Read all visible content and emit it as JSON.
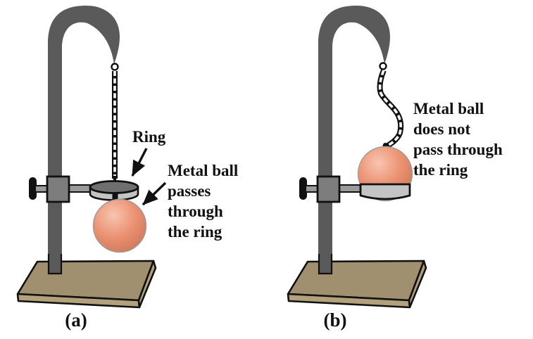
{
  "figure": {
    "panel_a": {
      "caption": "(a)",
      "ring_label": "Ring",
      "ball_label": "Metal ball\npasses\nthrough\nthe ring"
    },
    "panel_b": {
      "caption": "(b)",
      "ball_label": "Metal ball\ndoes not\npass through\nthe ring"
    },
    "colors": {
      "stand_gray": "#5a5a5a",
      "clamp_gray": "#7d7d7d",
      "rod_gray": "#9a9a9a",
      "ring_top_gray": "#6f6f6f",
      "ring_side_gray": "#c4c4c4",
      "ball_salmon": "#eb9273",
      "ball_highlight": "#f8c5b0",
      "ball_shade": "#d07a5c",
      "base_tan": "#a09070",
      "base_side_tan": "#b2a17c",
      "text_black": "#111111"
    }
  }
}
